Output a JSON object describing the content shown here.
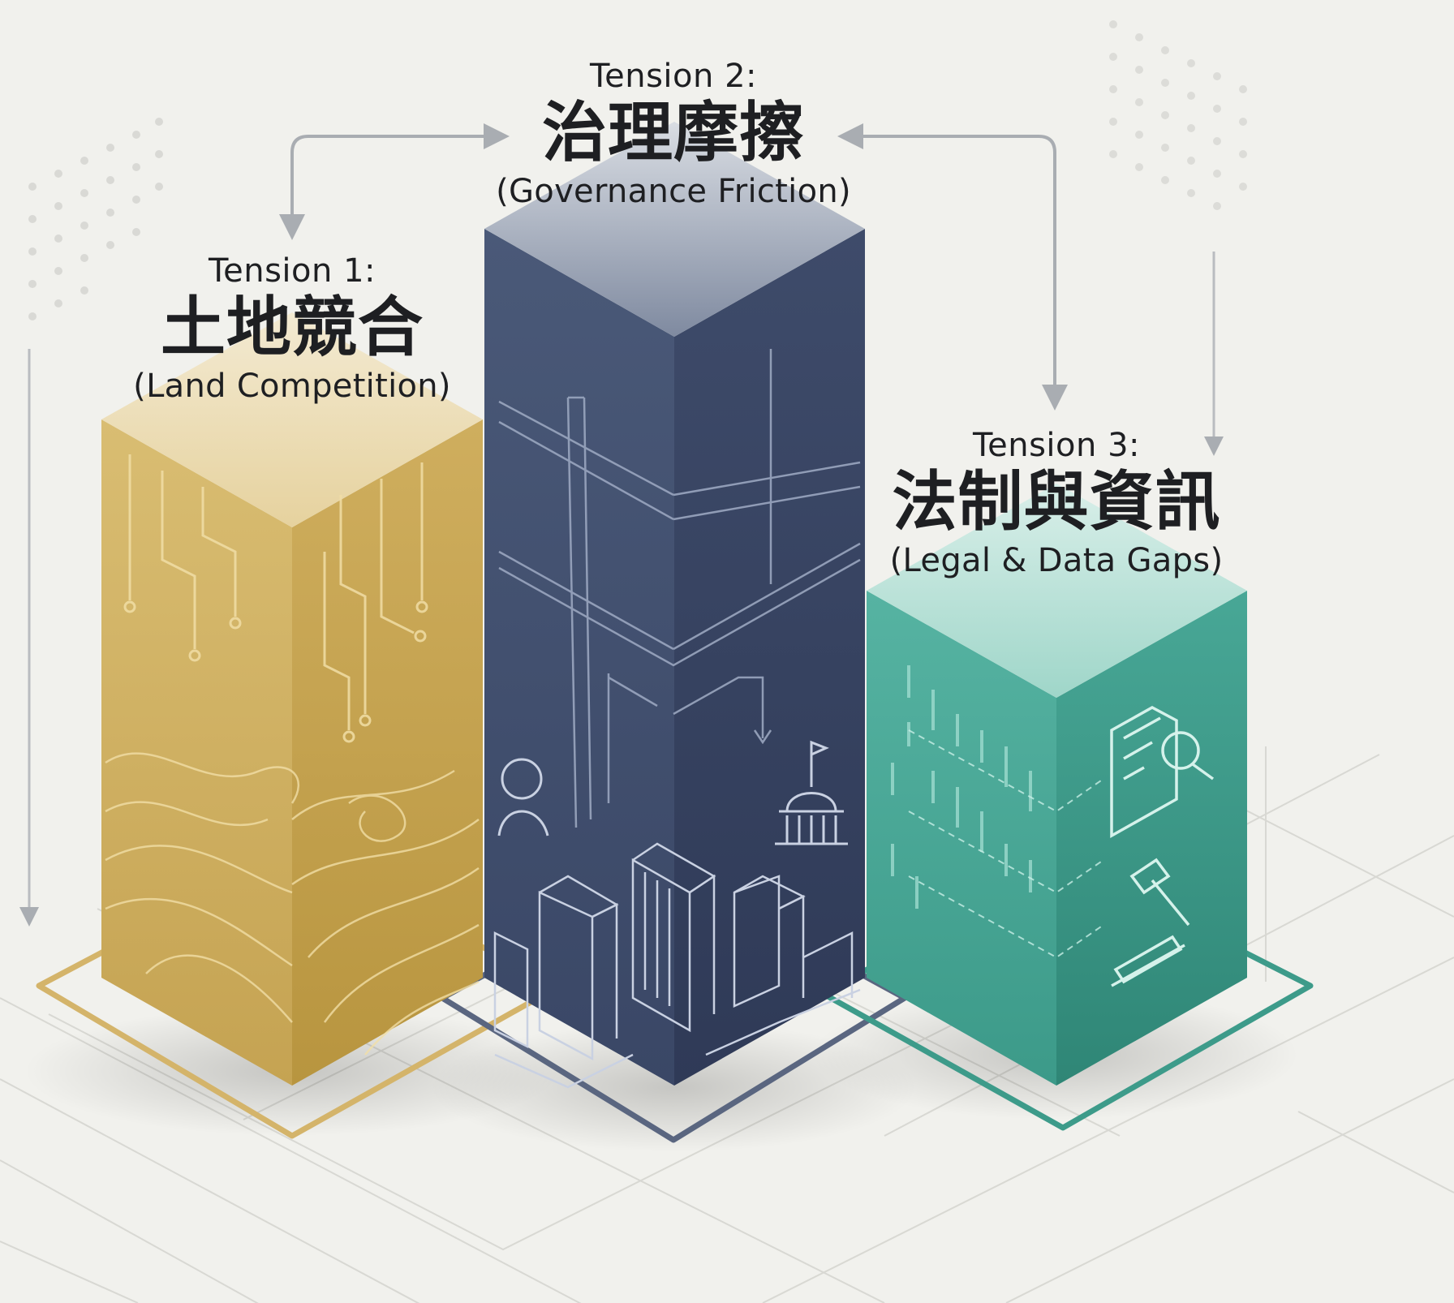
{
  "tensions": [
    {
      "tension_label": "Tension 1:",
      "title_zh": "土地競合",
      "title_en": "(Land Competition)",
      "color": "#c9a95c"
    },
    {
      "tension_label": "Tension 2:",
      "title_zh": "治理摩擦",
      "title_en": "(Governance Friction)",
      "color": "#4a5a78"
    },
    {
      "tension_label": "Tension 3:",
      "title_zh": "法制與資訊",
      "title_en": "(Legal & Data Gaps)",
      "color": "#3d9b8a"
    }
  ],
  "colors": {
    "background": "#f1f1ed",
    "arrow": "#a9adb2",
    "grid": "#d6d6d2"
  }
}
